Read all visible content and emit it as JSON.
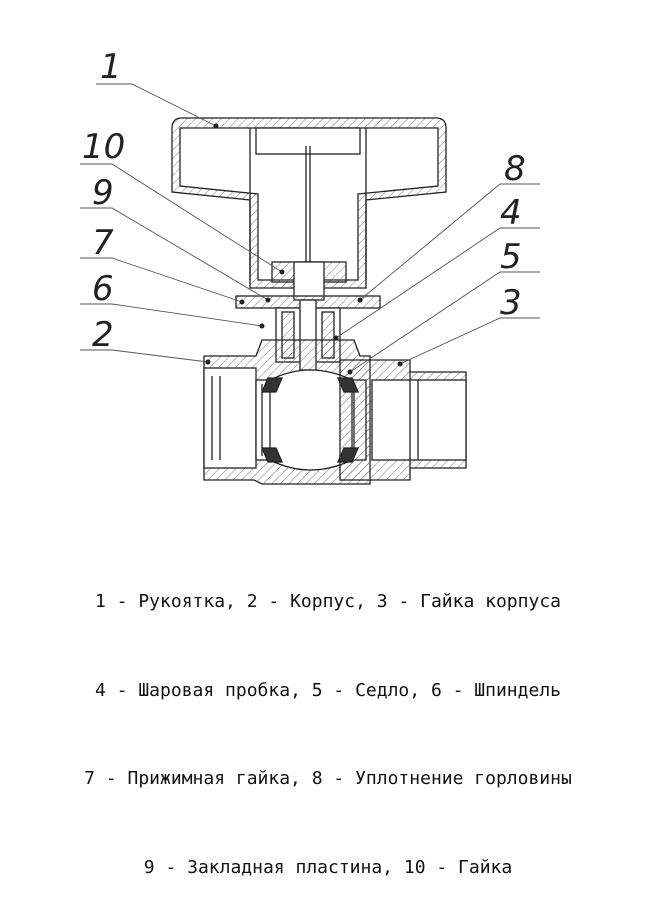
{
  "callouts": [
    {
      "id": "c1",
      "label": "1"
    },
    {
      "id": "c10",
      "label": "10"
    },
    {
      "id": "c9",
      "label": "9"
    },
    {
      "id": "c7",
      "label": "7"
    },
    {
      "id": "c6",
      "label": "6"
    },
    {
      "id": "c2",
      "label": "2"
    },
    {
      "id": "c8",
      "label": "8"
    },
    {
      "id": "c4",
      "label": "4"
    },
    {
      "id": "c5",
      "label": "5"
    },
    {
      "id": "c3",
      "label": "3"
    }
  ],
  "legend": {
    "line1": "1 - Рукоятка, 2 - Корпус, 3 - Гайка корпуса",
    "line2": "4 - Шаровая пробка, 5 - Седло, 6 - Шпиндель",
    "line3": "7 - Прижимная гайка, 8 - Уплотнение горловины",
    "line4": "9 - Закладная пластина, 10 - Гайка"
  }
}
